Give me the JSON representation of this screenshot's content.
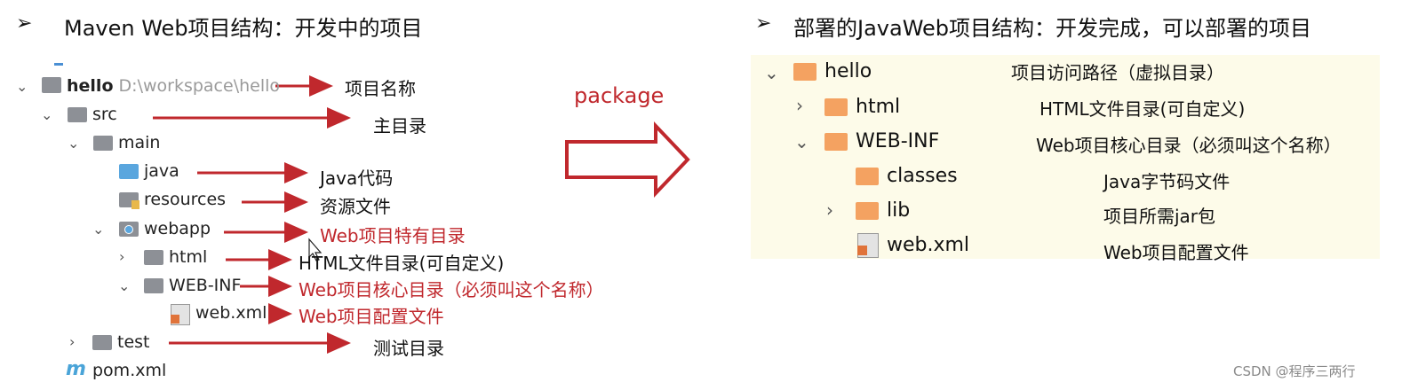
{
  "left": {
    "heading_bullet": "➢",
    "heading": "Maven Web项目结构：开发中的项目",
    "tree": {
      "hello": "hello",
      "hello_path": "D:\\workspace\\hello",
      "src": "src",
      "main": "main",
      "java": "java",
      "resources": "resources",
      "webapp": "webapp",
      "html": "html",
      "webinf": "WEB-INF",
      "webxml": "web.xml",
      "test": "test",
      "pom": "pom.xml",
      "pom_icon_letter": "m"
    },
    "annotations": {
      "hello": "项目名称",
      "src": "主目录",
      "java": "Java代码",
      "resources": "资源文件",
      "webapp": "Web项目特有目录",
      "html": "HTML文件目录(可自定义)",
      "webinf": "Web项目核心目录（必须叫这个名称）",
      "webxml": "Web项目配置文件",
      "test": "测试目录"
    }
  },
  "middle": {
    "package_label": "package"
  },
  "right": {
    "heading_bullet": "➢",
    "heading": "部署的JavaWeb项目结构：开发完成，可以部署的项目",
    "tree": {
      "hello": "hello",
      "html": "html",
      "webinf": "WEB-INF",
      "classes": "classes",
      "lib": "lib",
      "webxml": "web.xml"
    },
    "annotations": {
      "hello": "项目访问路径（虚拟目录）",
      "html": "HTML文件目录(可自定义)",
      "webinf": "Web项目核心目录（必须叫这个名称）",
      "classes": "Java字节码文件",
      "lib": "项目所需jar包",
      "webxml": "Web项目配置文件"
    }
  },
  "watermark": "CSDN @程序三两行",
  "colors": {
    "arrow_red": "#c0282d",
    "annotation_red": "#c0282d",
    "folder_gray": "#8d9096",
    "folder_orange": "#f4a261",
    "panel_bg": "#fdfbe9"
  }
}
